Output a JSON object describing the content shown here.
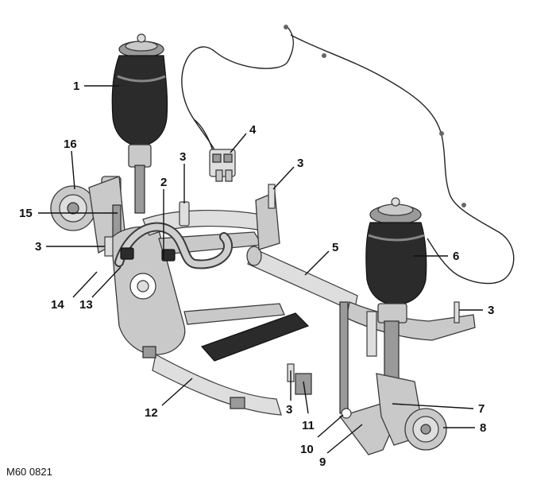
{
  "figure_ref": "M60 0821",
  "callouts": [
    {
      "label": "1"
    },
    {
      "label": "2"
    },
    {
      "label": "3"
    },
    {
      "label": "3"
    },
    {
      "label": "3"
    },
    {
      "label": "3"
    },
    {
      "label": "3"
    },
    {
      "label": "4"
    },
    {
      "label": "5"
    },
    {
      "label": "6"
    },
    {
      "label": "7"
    },
    {
      "label": "8"
    },
    {
      "label": "9"
    },
    {
      "label": "10"
    },
    {
      "label": "11"
    },
    {
      "label": "12"
    },
    {
      "label": "13"
    },
    {
      "label": "14"
    },
    {
      "label": "15"
    },
    {
      "label": "16"
    }
  ]
}
